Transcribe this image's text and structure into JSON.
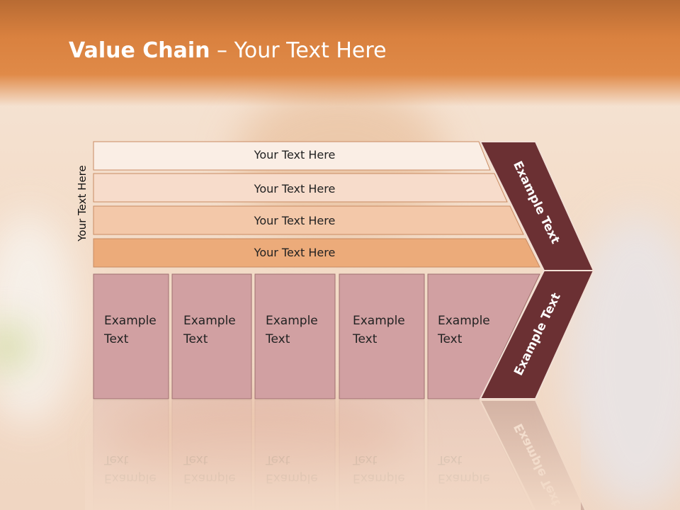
{
  "slide": {
    "title_bold": "Value Chain",
    "title_rest": " – Your Text Here",
    "side_label": "Your Text Here",
    "bars": [
      "Your Text Here",
      "Your Text Here",
      "Your Text Here",
      "Your Text Here"
    ],
    "bar_colors": [
      "#faeee5",
      "#f7dccb",
      "#f3c8a9",
      "#ecab7a"
    ],
    "boxes": [
      {
        "line1": "Example",
        "line2": "Text"
      },
      {
        "line1": "Example",
        "line2": "Text"
      },
      {
        "line1": "Example",
        "line2": "Text"
      },
      {
        "line1": "Example",
        "line2": "Text"
      },
      {
        "line1": "Example",
        "line2": "Text"
      }
    ],
    "chevron_labels": [
      "Example Text",
      "Example Text"
    ],
    "colors": {
      "box": "#d1a0a2",
      "chevron": "#6b3033",
      "header": "#d9813f"
    }
  }
}
